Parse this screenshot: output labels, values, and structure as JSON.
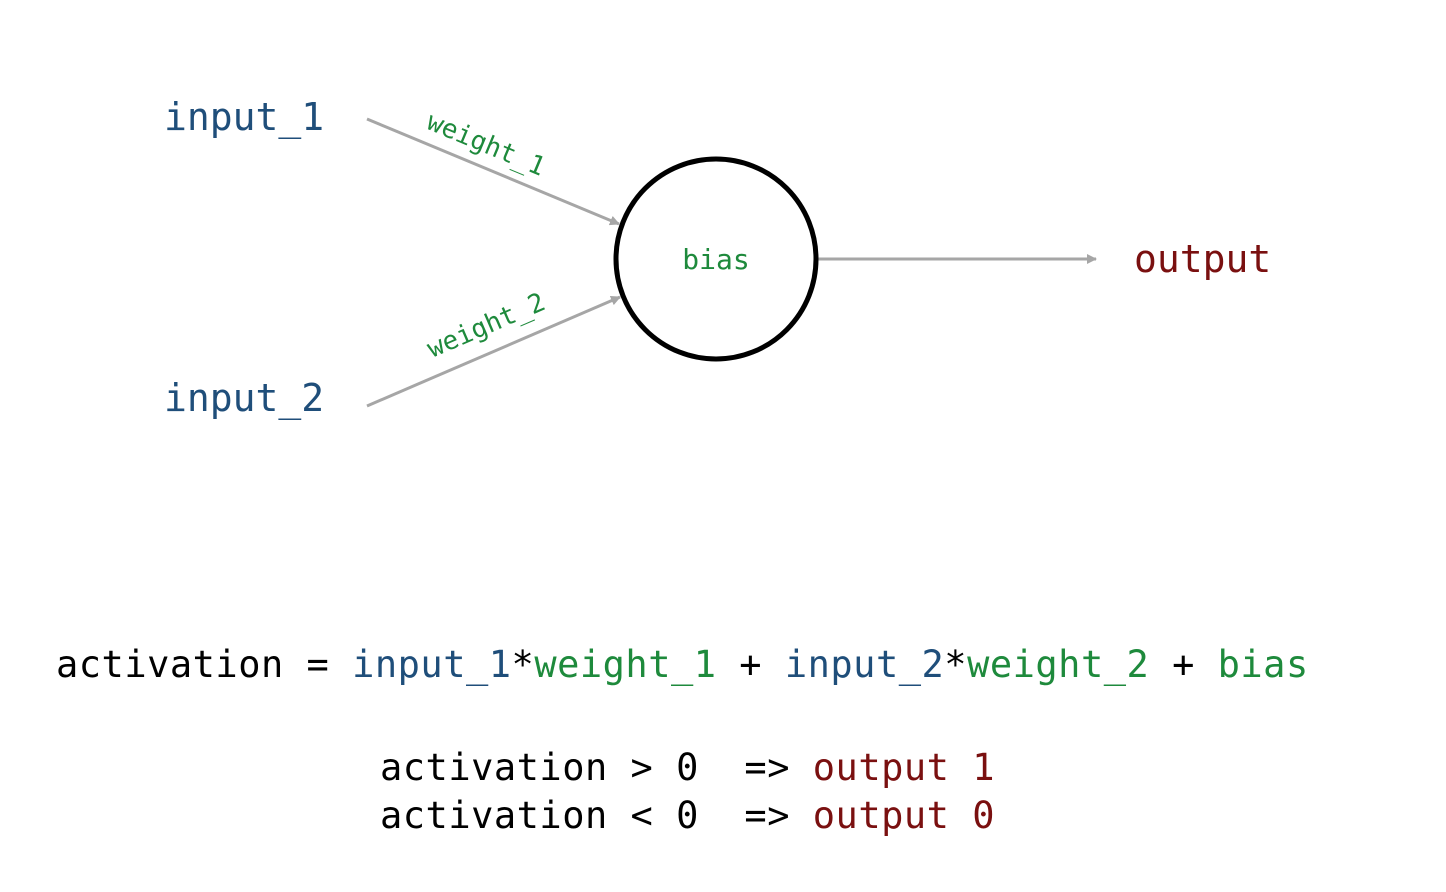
{
  "colors": {
    "input": "#1f4e7a",
    "weight": "#1e8a3c",
    "output": "#7a1010",
    "edge": "#a6a6a6",
    "node": "#000000"
  },
  "diagram": {
    "input_1": "input_1",
    "input_2": "input_2",
    "weight_1": "weight_1",
    "weight_2": "weight_2",
    "node_label": "bias",
    "output": "output"
  },
  "formula": {
    "lhs": "activation",
    "eq": " = ",
    "in1": "input_1",
    "star1": "*",
    "w1": "weight_1",
    "plus1": " + ",
    "in2": "input_2",
    "star2": "*",
    "w2": "weight_2",
    "plus2": " + ",
    "bias": "bias"
  },
  "rules": [
    {
      "condition": "activation > 0",
      "arrow": "  => ",
      "result": "output 1"
    },
    {
      "condition": "activation < 0",
      "arrow": "  => ",
      "result": "output 0"
    }
  ]
}
